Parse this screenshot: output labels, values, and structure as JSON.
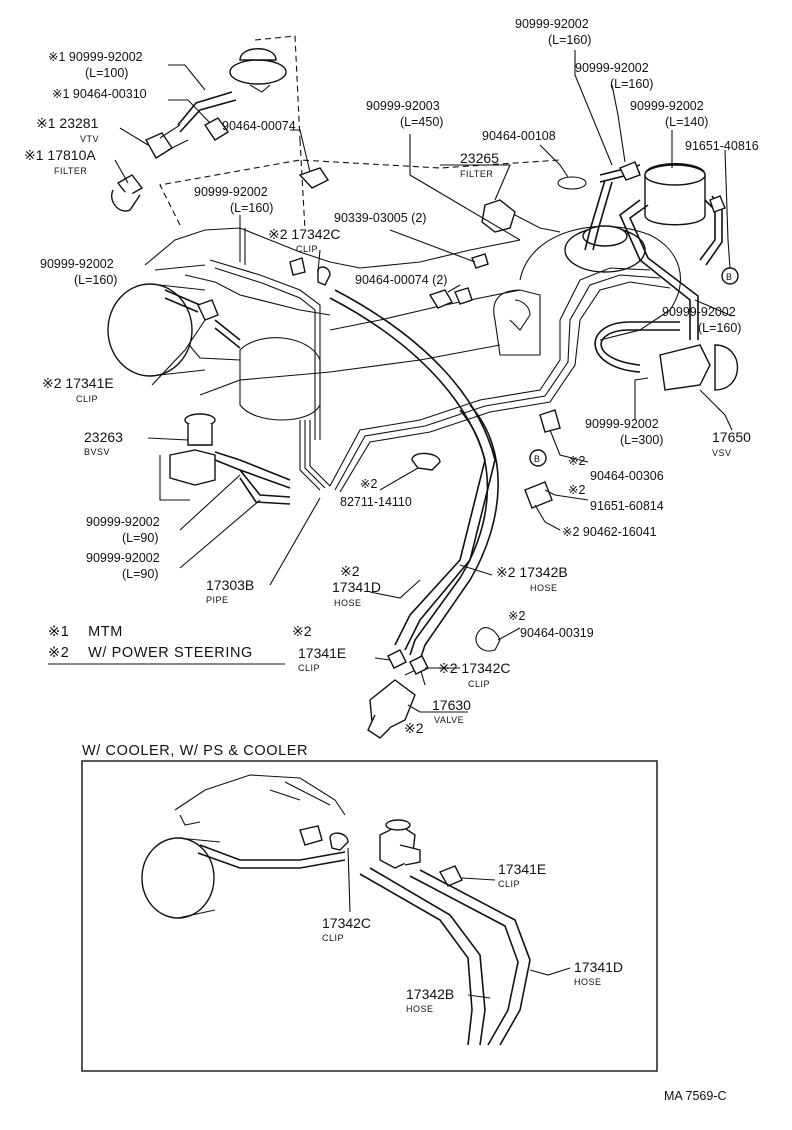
{
  "legend": {
    "m1_mark": "※1",
    "m1_text": "MTM",
    "m2_mark": "※2",
    "m2_text": "W/ POWER STEERING"
  },
  "labels": {
    "l1_mark": "※1",
    "l1_pn": "90999-92002",
    "l1_len": "(L=100)",
    "l2_mark": "※1",
    "l2_pn": "90464-00310",
    "l3_mark": "※1",
    "l3_pn": "23281",
    "l3_sub": "VTV",
    "l4_mark": "※1",
    "l4_pn": "17810A",
    "l4_sub": "FILTER",
    "l5_pn": "90464-00074",
    "l6_pn": "90999-92003",
    "l6_len": "(L=450)",
    "l7_pn": "90999-92002",
    "l7_len": "(L=160)",
    "l8_pn": "90999-92002",
    "l8_len": "(L=160)",
    "l9_pn": "90999-92002",
    "l9_len": "(L=140)",
    "l10_pn": "90464-00108",
    "l11_pn": "91651-40816",
    "l12_pn": "23265",
    "l12_sub": "FILTER",
    "l13_pn": "90999-92002",
    "l13_len": "(L=160)",
    "l14_mark": "※2",
    "l14_pn": "17342C",
    "l14_sub": "CLIP",
    "l15_pn": "90339-03005 (2)",
    "l16_pn": "90999-92002",
    "l16_len": "(L=160)",
    "l17_pn": "90464-00074 (2)",
    "l18_pn": "90999-92002",
    "l18_len": "(L=160)",
    "l19_mark": "※2",
    "l19_pn": "17341E",
    "l19_sub": "CLIP",
    "l20_pn": "23263",
    "l20_sub": "BVSV",
    "l21_pn": "90999-92002",
    "l21_len": "(L=300)",
    "l22_pn": "17650",
    "l22_sub": "VSV",
    "l23_mark": "※2",
    "l23_pn": "90464-00306",
    "l24_mark": "※2",
    "l24_pn": "91651-60814",
    "l25_mark": "※2",
    "l25_pn": "90462-16041",
    "l26_mark": "※2",
    "l26_pn": "82711-14110",
    "l27_pn": "90999-92002",
    "l27_len": "(L=90)",
    "l28_pn": "90999-92002",
    "l28_len": "(L=90)",
    "l29_pn": "17303B",
    "l29_sub": "PIPE",
    "l30_mark": "※2",
    "l30_pn": "17341D",
    "l30_sub": "HOSE",
    "l31_mark": "※2",
    "l31_pn": "17342B",
    "l31_sub": "HOSE",
    "l32_mark": "※2",
    "l32_pn": "90464-00319",
    "l33_mark": "※2",
    "l33_pn": "17341E",
    "l33_sub": "CLIP",
    "l34_mark": "※2",
    "l34_pn": "17342C",
    "l34_sub": "CLIP",
    "l35_pn": "17630",
    "l35_sub": "VALVE",
    "l35_mark": "※2",
    "b_mark1": "B",
    "b_mark2": "B"
  },
  "inset": {
    "title": "W/ COOLER, W/ PS & COOLER",
    "i1_pn": "17341E",
    "i1_sub": "CLIP",
    "i2_pn": "17342C",
    "i2_sub": "CLIP",
    "i3_pn": "17341D",
    "i3_sub": "HOSE",
    "i4_pn": "17342B",
    "i4_sub": "HOSE"
  },
  "footer": {
    "code": "MA  7569-C"
  }
}
